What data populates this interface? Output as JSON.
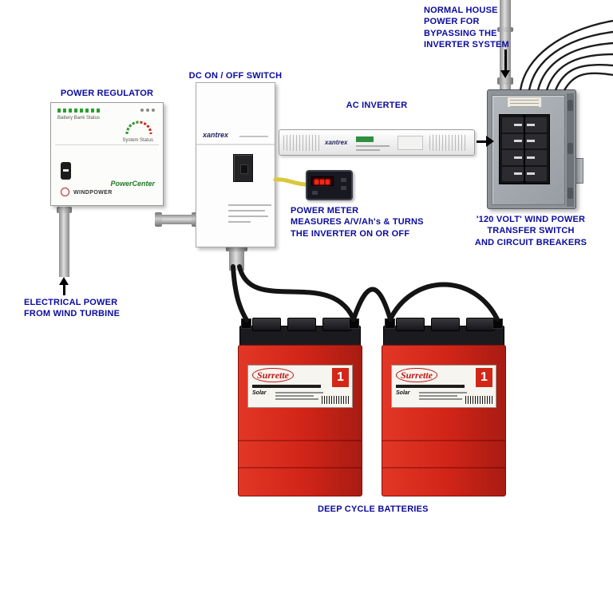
{
  "colors": {
    "label_blue": "#0b0b9e",
    "battery_red": "#d22718",
    "wire_yellow": "#d9c83b",
    "panel_gray": "#8e9399"
  },
  "labels": {
    "power_regulator": "POWER REGULATOR",
    "dc_switch": "DC ON / OFF SWITCH",
    "ac_inverter": "AC INVERTER",
    "normal_house_power": "NORMAL HOUSE\nPOWER  FOR\nBYPASSING THE\nINVERTER SYSTEM",
    "power_meter": "POWER METER\nMEASURES A/V/Ah's & TURNS\nTHE INVERTER ON OR OFF",
    "transfer_switch": "'120 VOLT' WIND POWER\nTRANSFER SWITCH\nAND CIRCUIT BREAKERS",
    "wind_turbine_power": "ELECTRICAL POWER\nFROM WIND TURBINE",
    "deep_cycle_batteries": "DEEP CYCLE BATTERIES"
  },
  "devices": {
    "regulator": {
      "battery_bank_status": "Battery Bank Status",
      "system_status": "System Status",
      "brand": "PowerCenter",
      "sub_brand": "WINDPOWER"
    },
    "dc_switch": {
      "brand": "xantrex"
    },
    "inverter": {
      "brand": "xantrex"
    },
    "battery": {
      "brand": "Surrette",
      "model_digit": "1",
      "series": "Solar"
    }
  }
}
